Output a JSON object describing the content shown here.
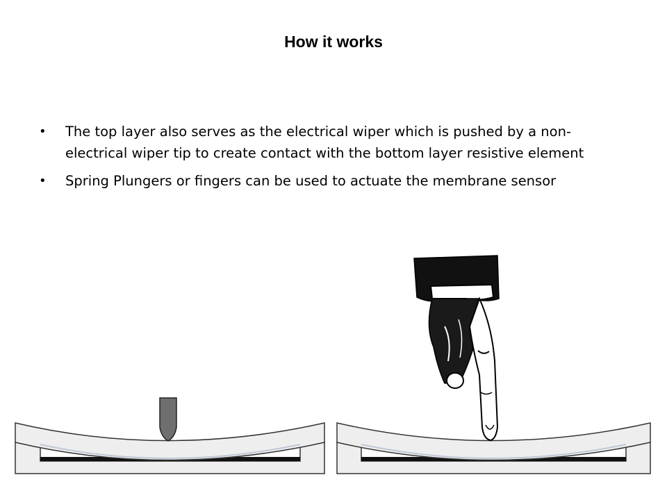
{
  "slide": {
    "title": "How it works",
    "bullets": [
      {
        "text": "The top layer also serves as the electrical wiper which is pushed by a non-electrical wiper tip to create contact with the bottom layer resistive element"
      },
      {
        "text": "Spring Plungers or fingers can be used to actuate the membrane sensor"
      }
    ]
  },
  "figure": {
    "left_panel": {
      "actuator": "plunger-tip",
      "membrane": "pressed"
    },
    "right_panel": {
      "actuator": "pointing-finger",
      "membrane": "pressed"
    },
    "colors": {
      "frame": "#eeeeee",
      "outline": "#333333",
      "resistive_layer": "#111111",
      "plunger": "#6f6f6f",
      "sleeve": "#111111"
    }
  }
}
